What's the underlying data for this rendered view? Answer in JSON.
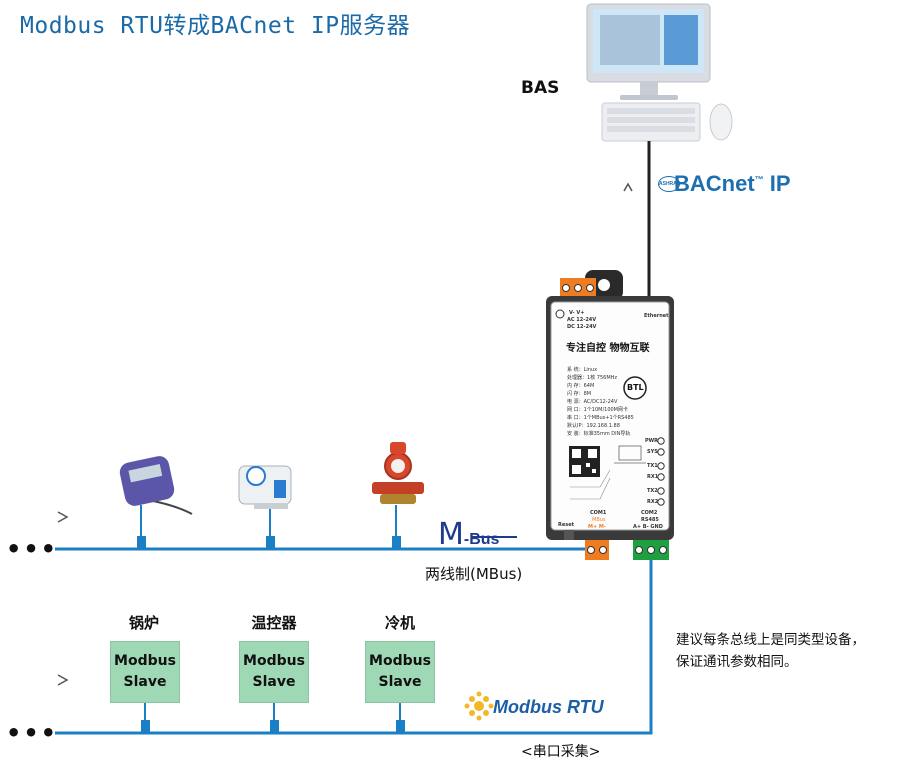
{
  "title": "Modbus RTU转成BACnet IP服务器",
  "bas": {
    "label": "BAS"
  },
  "protocols": {
    "bacnet_text": "BACnet",
    "bacnet_tm": "™",
    "bacnet_ip": " IP",
    "ashrae": "ASHRAE",
    "mbus_logo_m": "M",
    "mbus_logo_text": "-Bus",
    "modbus_rtu": "Modbus RTU"
  },
  "gateway": {
    "power": "V-   V+",
    "power_ac": "AC 12-24V",
    "power_dc": "DC 12-24V",
    "ethernet": "Ethernet",
    "slogan": "专注自控  物物互联",
    "btl": "BTL",
    "specs": [
      "系  统：Linux",
      "处理器：1核 756MHz",
      "内  存：64M",
      "闪  存：8M",
      "电  源：AC/DC12-24V",
      "网  口：1个10M/100M网卡",
      "串  口：1个MBus+1个RS485",
      "默认IP：192.168.1.88",
      "安  装：标准35mm DIN导轨"
    ],
    "leds": [
      "PWR",
      "SYS",
      "TX1",
      "RX1",
      "TX2",
      "RX2"
    ],
    "reset": "Reset",
    "com1": "COM1",
    "com1_sub": "MBus",
    "com1_pins": "M+   M-",
    "com2": "COM2",
    "com2_sub": "RS485",
    "com2_pins": "A+   B-   GND"
  },
  "bus": {
    "two_wire": "两线制(MBus)",
    "note_line1": "建议每条总线上是同类型设备，",
    "note_line2": "保证通讯参数相同。",
    "serial": "<串口采集>",
    "dots": "•••"
  },
  "slaves": [
    {
      "title": "锅炉",
      "line1": "Modbus",
      "line2": "Slave"
    },
    {
      "title": "温控器",
      "line1": "Modbus",
      "line2": "Slave"
    },
    {
      "title": "冷机",
      "line1": "Modbus",
      "line2": "Slave"
    }
  ],
  "colors": {
    "bus_line": "#1a7fc4",
    "title": "#1a6aa8",
    "slave_fill": "#9fd8b4",
    "terminal_orange": "#f07c21",
    "terminal_green": "#1fa040"
  }
}
